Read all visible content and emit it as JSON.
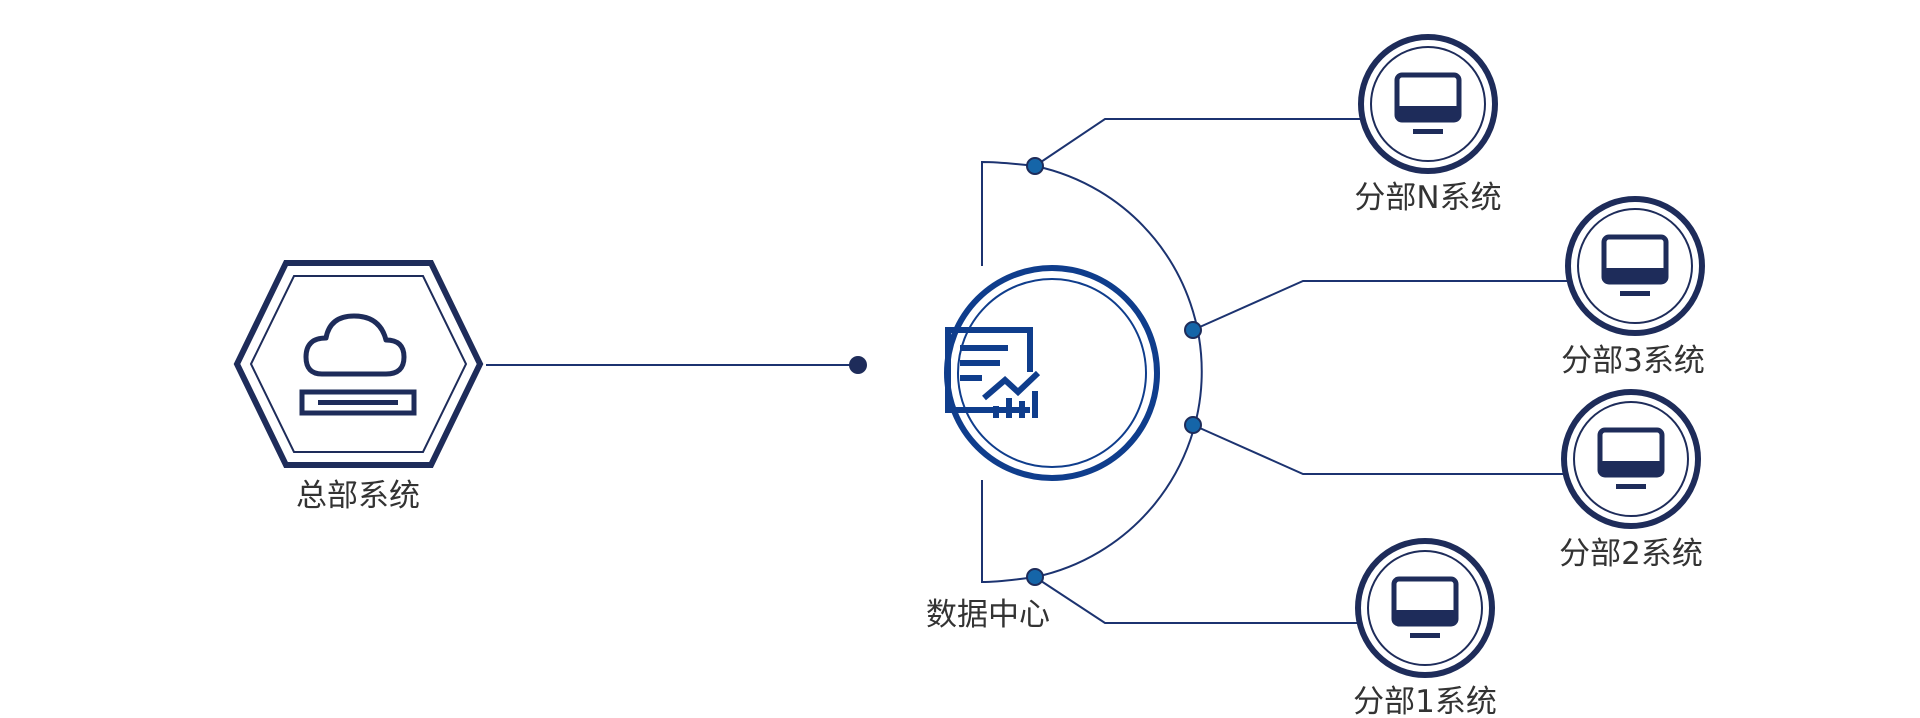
{
  "headquarters": {
    "label": "总部系统",
    "icon": "cloud-server-icon"
  },
  "data_center": {
    "label": "数据中心",
    "icon": "report-chart-icon"
  },
  "branches": [
    {
      "label": "分部N系统",
      "icon": "monitor-icon"
    },
    {
      "label": "分部3系统",
      "icon": "monitor-icon"
    },
    {
      "label": "分部2系统",
      "icon": "monitor-icon"
    },
    {
      "label": "分部1系统",
      "icon": "monitor-icon"
    }
  ],
  "colors": {
    "primary": "#1e2c5a",
    "accent": "#0f3d8c",
    "line": "#1c3370",
    "node_fill": "#1565a8",
    "text": "#333333"
  }
}
